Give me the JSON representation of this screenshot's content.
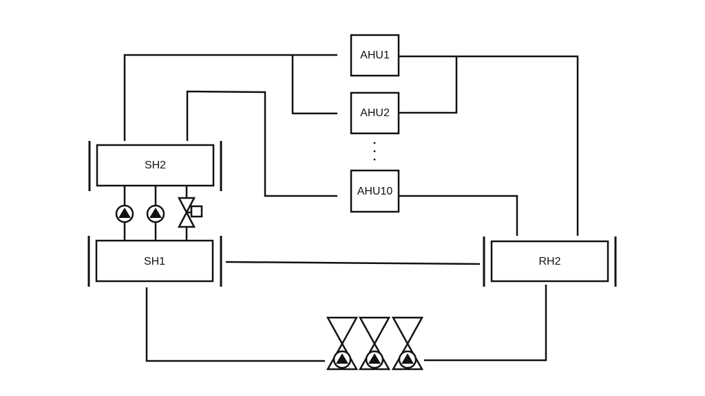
{
  "nodes": {
    "ahu1": "AHU1",
    "ahu2": "AHU2",
    "ahu10": "AHU10",
    "sh2": "SH2",
    "sh1": "SH1",
    "rh2": "RH2"
  },
  "colors": {
    "stroke": "#111111",
    "background": "#ffffff"
  },
  "icons": [
    "pump-icon",
    "valve-icon",
    "actuator-icon",
    "ellipsis-dots"
  ]
}
